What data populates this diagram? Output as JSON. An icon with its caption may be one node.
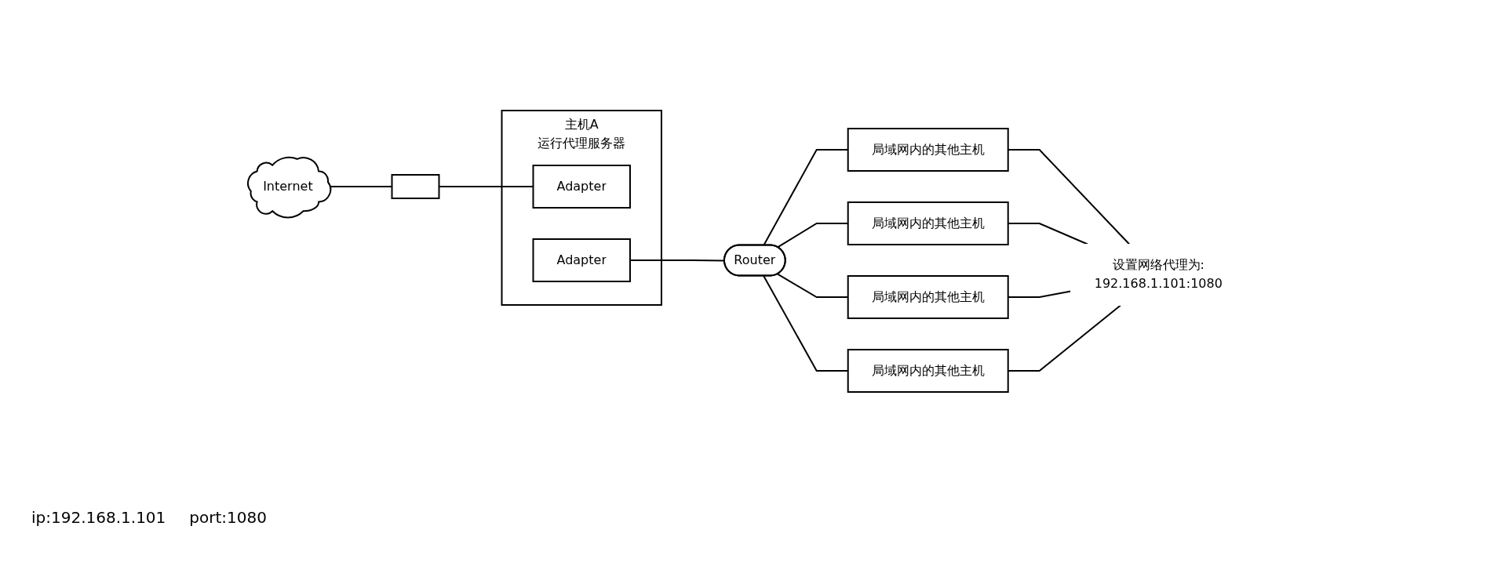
{
  "diagram": {
    "nodes": [
      {
        "text": [
          "Internet"
        ]
      },
      {
        "text": [],
        "shape": "box"
      },
      {
        "text": [
          "主机A",
          "运行代理服务器"
        ],
        "beside": [
          "ip:192.168.1.101",
          "port:1080"
        ]
      },
      {
        "text": [
          "Adapter"
        ],
        "in": 2
      },
      {
        "text": [
          "Adapter"
        ],
        "in": 2
      },
      {
        "text": [
          "Router"
        ]
      },
      {
        "text": [
          "局域网内的其他主机"
        ]
      },
      {
        "text": [
          "局域网内的其他主机"
        ]
      },
      {
        "text": [
          "局域网内的其他主机"
        ]
      },
      {
        "text": [
          "局域网内的其他主机"
        ]
      },
      {
        "text": [
          "设置网络代理为:",
          "192.168.1.101:1080"
        ]
      }
    ],
    "edges": [
      {
        "from": 0,
        "to": 1,
        "arrow": "none"
      },
      {
        "from": 1,
        "to": 3,
        "arrow": "none"
      },
      {
        "from": 4,
        "to": 5,
        "arrow": "none"
      },
      {
        "from": 5,
        "to": 6,
        "arrow": "none"
      },
      {
        "from": 5,
        "to": 7,
        "arrow": "none"
      },
      {
        "from": 5,
        "to": 8,
        "arrow": "none"
      },
      {
        "from": 5,
        "to": 9,
        "arrow": "none"
      },
      {
        "from": 6,
        "to": 10,
        "arrow": "none"
      },
      {
        "from": 7,
        "to": 10,
        "arrow": "none"
      },
      {
        "from": 8,
        "to": 10,
        "arrow": "none"
      },
      {
        "from": 9,
        "to": 10,
        "arrow": "none"
      }
    ]
  }
}
